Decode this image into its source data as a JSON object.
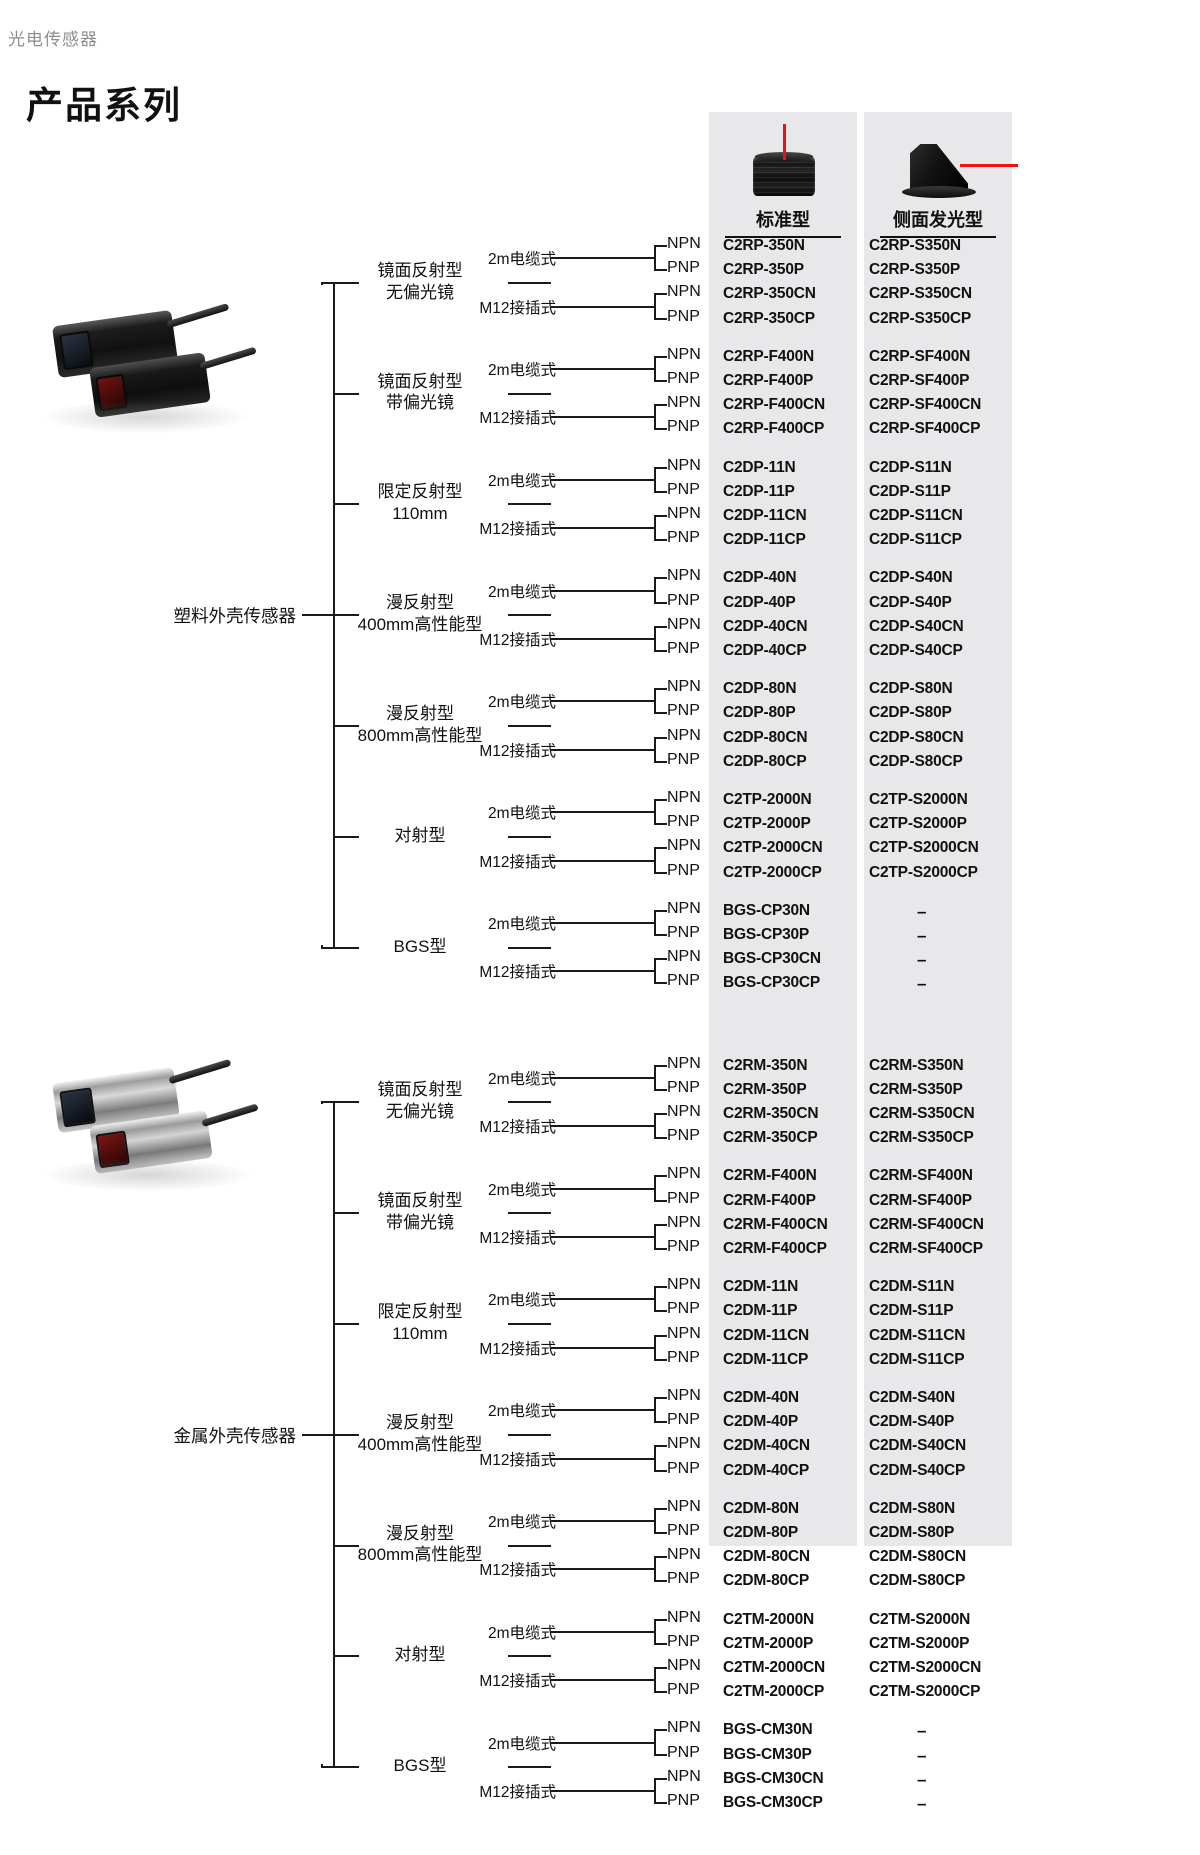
{
  "header": {
    "kicker": "光电传感器",
    "title": "产品系列"
  },
  "columns": [
    {
      "id": "standard",
      "label": "标准型",
      "icon": "cylindrical-sensor-top-beam-icon"
    },
    {
      "id": "side_emitting",
      "label": "侧面发光型",
      "icon": "wedge-sensor-side-beam-icon"
    }
  ],
  "connection_labels": {
    "cable": "2m电缆式",
    "connector": "M12接插式"
  },
  "signal_labels": {
    "npn": "NPN",
    "pnp": "PNP"
  },
  "groups": [
    {
      "root": "塑料外壳传感器",
      "photo_caption": "plastic-housing-sensors",
      "categories": [
        {
          "name_line1": "镜面反射型",
          "name_line2": "无偏光镜",
          "rows": [
            {
              "conn": "2m电缆式",
              "sig": "NPN",
              "standard": "C2RP-350N",
              "side": "C2RP-S350N"
            },
            {
              "conn": "2m电缆式",
              "sig": "PNP",
              "standard": "C2RP-350P",
              "side": "C2RP-S350P"
            },
            {
              "conn": "M12接插式",
              "sig": "NPN",
              "standard": "C2RP-350CN",
              "side": "C2RP-S350CN"
            },
            {
              "conn": "M12接插式",
              "sig": "PNP",
              "standard": "C2RP-350CP",
              "side": "C2RP-S350CP"
            }
          ]
        },
        {
          "name_line1": "镜面反射型",
          "name_line2": "带偏光镜",
          "rows": [
            {
              "conn": "2m电缆式",
              "sig": "NPN",
              "standard": "C2RP-F400N",
              "side": "C2RP-SF400N"
            },
            {
              "conn": "2m电缆式",
              "sig": "PNP",
              "standard": "C2RP-F400P",
              "side": "C2RP-SF400P"
            },
            {
              "conn": "M12接插式",
              "sig": "NPN",
              "standard": "C2RP-F400CN",
              "side": "C2RP-SF400CN"
            },
            {
              "conn": "M12接插式",
              "sig": "PNP",
              "standard": "C2RP-F400CP",
              "side": "C2RP-SF400CP"
            }
          ]
        },
        {
          "name_line1": "限定反射型",
          "name_line2": "110mm",
          "rows": [
            {
              "conn": "2m电缆式",
              "sig": "NPN",
              "standard": "C2DP-11N",
              "side": "C2DP-S11N"
            },
            {
              "conn": "2m电缆式",
              "sig": "PNP",
              "standard": "C2DP-11P",
              "side": "C2DP-S11P"
            },
            {
              "conn": "M12接插式",
              "sig": "NPN",
              "standard": "C2DP-11CN",
              "side": "C2DP-S11CN"
            },
            {
              "conn": "M12接插式",
              "sig": "PNP",
              "standard": "C2DP-11CP",
              "side": "C2DP-S11CP"
            }
          ]
        },
        {
          "name_line1": "漫反射型",
          "name_line2": "400mm高性能型",
          "rows": [
            {
              "conn": "2m电缆式",
              "sig": "NPN",
              "standard": "C2DP-40N",
              "side": "C2DP-S40N"
            },
            {
              "conn": "2m电缆式",
              "sig": "PNP",
              "standard": "C2DP-40P",
              "side": "C2DP-S40P"
            },
            {
              "conn": "M12接插式",
              "sig": "NPN",
              "standard": "C2DP-40CN",
              "side": "C2DP-S40CN"
            },
            {
              "conn": "M12接插式",
              "sig": "PNP",
              "standard": "C2DP-40CP",
              "side": "C2DP-S40CP"
            }
          ]
        },
        {
          "name_line1": "漫反射型",
          "name_line2": "800mm高性能型",
          "rows": [
            {
              "conn": "2m电缆式",
              "sig": "NPN",
              "standard": "C2DP-80N",
              "side": "C2DP-S80N"
            },
            {
              "conn": "2m电缆式",
              "sig": "PNP",
              "standard": "C2DP-80P",
              "side": "C2DP-S80P"
            },
            {
              "conn": "M12接插式",
              "sig": "NPN",
              "standard": "C2DP-80CN",
              "side": "C2DP-S80CN"
            },
            {
              "conn": "M12接插式",
              "sig": "PNP",
              "standard": "C2DP-80CP",
              "side": "C2DP-S80CP"
            }
          ]
        },
        {
          "name_line1": "对射型",
          "name_line2": "",
          "rows": [
            {
              "conn": "2m电缆式",
              "sig": "NPN",
              "standard": "C2TP-2000N",
              "side": "C2TP-S2000N"
            },
            {
              "conn": "2m电缆式",
              "sig": "PNP",
              "standard": "C2TP-2000P",
              "side": "C2TP-S2000P"
            },
            {
              "conn": "M12接插式",
              "sig": "NPN",
              "standard": "C2TP-2000CN",
              "side": "C2TP-S2000CN"
            },
            {
              "conn": "M12接插式",
              "sig": "PNP",
              "standard": "C2TP-2000CP",
              "side": "C2TP-S2000CP"
            }
          ]
        },
        {
          "name_line1": "BGS型",
          "name_line2": "",
          "rows": [
            {
              "conn": "2m电缆式",
              "sig": "NPN",
              "standard": "BGS-CP30N",
              "side": "–"
            },
            {
              "conn": "2m电缆式",
              "sig": "PNP",
              "standard": "BGS-CP30P",
              "side": "–"
            },
            {
              "conn": "M12接插式",
              "sig": "NPN",
              "standard": "BGS-CP30CN",
              "side": "–"
            },
            {
              "conn": "M12接插式",
              "sig": "PNP",
              "standard": "BGS-CP30CP",
              "side": "–"
            }
          ]
        }
      ]
    },
    {
      "root": "金属外壳传感器",
      "photo_caption": "metal-housing-sensors",
      "categories": [
        {
          "name_line1": "镜面反射型",
          "name_line2": "无偏光镜",
          "rows": [
            {
              "conn": "2m电缆式",
              "sig": "NPN",
              "standard": "C2RM-350N",
              "side": "C2RM-S350N"
            },
            {
              "conn": "2m电缆式",
              "sig": "PNP",
              "standard": "C2RM-350P",
              "side": "C2RM-S350P"
            },
            {
              "conn": "M12接插式",
              "sig": "NPN",
              "standard": "C2RM-350CN",
              "side": "C2RM-S350CN"
            },
            {
              "conn": "M12接插式",
              "sig": "PNP",
              "standard": "C2RM-350CP",
              "side": "C2RM-S350CP"
            }
          ]
        },
        {
          "name_line1": "镜面反射型",
          "name_line2": "带偏光镜",
          "rows": [
            {
              "conn": "2m电缆式",
              "sig": "NPN",
              "standard": "C2RM-F400N",
              "side": "C2RM-SF400N"
            },
            {
              "conn": "2m电缆式",
              "sig": "PNP",
              "standard": "C2RM-F400P",
              "side": "C2RM-SF400P"
            },
            {
              "conn": "M12接插式",
              "sig": "NPN",
              "standard": "C2RM-F400CN",
              "side": "C2RM-SF400CN"
            },
            {
              "conn": "M12接插式",
              "sig": "PNP",
              "standard": "C2RM-F400CP",
              "side": "C2RM-SF400CP"
            }
          ]
        },
        {
          "name_line1": "限定反射型",
          "name_line2": "110mm",
          "rows": [
            {
              "conn": "2m电缆式",
              "sig": "NPN",
              "standard": "C2DM-11N",
              "side": "C2DM-S11N"
            },
            {
              "conn": "2m电缆式",
              "sig": "PNP",
              "standard": "C2DM-11P",
              "side": "C2DM-S11P"
            },
            {
              "conn": "M12接插式",
              "sig": "NPN",
              "standard": "C2DM-11CN",
              "side": "C2DM-S11CN"
            },
            {
              "conn": "M12接插式",
              "sig": "PNP",
              "standard": "C2DM-11CP",
              "side": "C2DM-S11CP"
            }
          ]
        },
        {
          "name_line1": "漫反射型",
          "name_line2": "400mm高性能型",
          "rows": [
            {
              "conn": "2m电缆式",
              "sig": "NPN",
              "standard": "C2DM-40N",
              "side": "C2DM-S40N"
            },
            {
              "conn": "2m电缆式",
              "sig": "PNP",
              "standard": "C2DM-40P",
              "side": "C2DM-S40P"
            },
            {
              "conn": "M12接插式",
              "sig": "NPN",
              "standard": "C2DM-40CN",
              "side": "C2DM-S40CN"
            },
            {
              "conn": "M12接插式",
              "sig": "PNP",
              "standard": "C2DM-40CP",
              "side": "C2DM-S40CP"
            }
          ]
        },
        {
          "name_line1": "漫反射型",
          "name_line2": "800mm高性能型",
          "rows": [
            {
              "conn": "2m电缆式",
              "sig": "NPN",
              "standard": "C2DM-80N",
              "side": "C2DM-S80N"
            },
            {
              "conn": "2m电缆式",
              "sig": "PNP",
              "standard": "C2DM-80P",
              "side": "C2DM-S80P"
            },
            {
              "conn": "M12接插式",
              "sig": "NPN",
              "standard": "C2DM-80CN",
              "side": "C2DM-S80CN"
            },
            {
              "conn": "M12接插式",
              "sig": "PNP",
              "standard": "C2DM-80CP",
              "side": "C2DM-S80CP"
            }
          ]
        },
        {
          "name_line1": "对射型",
          "name_line2": "",
          "rows": [
            {
              "conn": "2m电缆式",
              "sig": "NPN",
              "standard": "C2TM-2000N",
              "side": "C2TM-S2000N"
            },
            {
              "conn": "2m电缆式",
              "sig": "PNP",
              "standard": "C2TM-2000P",
              "side": "C2TM-S2000P"
            },
            {
              "conn": "M12接插式",
              "sig": "NPN",
              "standard": "C2TM-2000CN",
              "side": "C2TM-S2000CN"
            },
            {
              "conn": "M12接插式",
              "sig": "PNP",
              "standard": "C2TM-2000CP",
              "side": "C2TM-S2000CP"
            }
          ]
        },
        {
          "name_line1": "BGS型",
          "name_line2": "",
          "rows": [
            {
              "conn": "2m电缆式",
              "sig": "NPN",
              "standard": "BGS-CM30N",
              "side": "–"
            },
            {
              "conn": "2m电缆式",
              "sig": "PNP",
              "standard": "BGS-CM30P",
              "side": "–"
            },
            {
              "conn": "M12接插式",
              "sig": "NPN",
              "standard": "BGS-CM30CN",
              "side": "–"
            },
            {
              "conn": "M12接插式",
              "sig": "PNP",
              "standard": "BGS-CM30CP",
              "side": "–"
            }
          ]
        }
      ]
    }
  ],
  "colors": {
    "panel": "#e8e8ea",
    "beam": "#f01010",
    "line": "#1a1a1a",
    "kicker": "#8e8e8e"
  }
}
